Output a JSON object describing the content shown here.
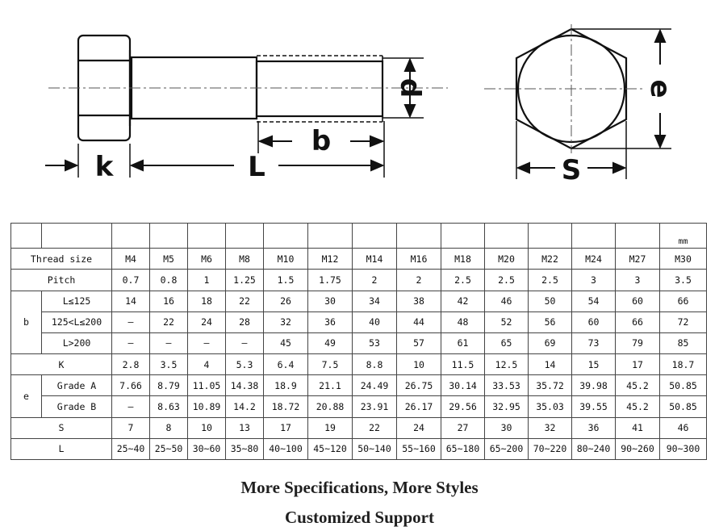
{
  "diagram": {
    "labels": {
      "k": "k",
      "L": "L",
      "b": "b",
      "d": "d",
      "e": "e",
      "S": "S"
    }
  },
  "table": {
    "unit": "mm",
    "sizes": [
      "M4",
      "M5",
      "M6",
      "M8",
      "M10",
      "M12",
      "M14",
      "M16",
      "M18",
      "M20",
      "M22",
      "M24",
      "M27",
      "M30"
    ],
    "rows": [
      {
        "group": "",
        "label": "Thread size",
        "values": [
          "M4",
          "M5",
          "M6",
          "M8",
          "M10",
          "M12",
          "M14",
          "M16",
          "M18",
          "M20",
          "M22",
          "M24",
          "M27",
          "M30"
        ]
      },
      {
        "group": "",
        "label": "Pitch",
        "values": [
          "0.7",
          "0.8",
          "1",
          "1.25",
          "1.5",
          "1.75",
          "2",
          "2",
          "2.5",
          "2.5",
          "2.5",
          "3",
          "3",
          "3.5"
        ]
      },
      {
        "group": "b",
        "label": "L≤125",
        "values": [
          "14",
          "16",
          "18",
          "22",
          "26",
          "30",
          "34",
          "38",
          "42",
          "46",
          "50",
          "54",
          "60",
          "66"
        ]
      },
      {
        "group": "b",
        "label": "125<L≤200",
        "values": [
          "–",
          "22",
          "24",
          "28",
          "32",
          "36",
          "40",
          "44",
          "48",
          "52",
          "56",
          "60",
          "66",
          "72"
        ]
      },
      {
        "group": "b",
        "label": "L>200",
        "values": [
          "–",
          "–",
          "–",
          "–",
          "45",
          "49",
          "53",
          "57",
          "61",
          "65",
          "69",
          "73",
          "79",
          "85"
        ]
      },
      {
        "group": "",
        "label": "K",
        "values": [
          "2.8",
          "3.5",
          "4",
          "5.3",
          "6.4",
          "7.5",
          "8.8",
          "10",
          "11.5",
          "12.5",
          "14",
          "15",
          "17",
          "18.7"
        ]
      },
      {
        "group": "e",
        "label": "Grade A",
        "values": [
          "7.66",
          "8.79",
          "11.05",
          "14.38",
          "18.9",
          "21.1",
          "24.49",
          "26.75",
          "30.14",
          "33.53",
          "35.72",
          "39.98",
          "45.2",
          "50.85"
        ]
      },
      {
        "group": "e",
        "label": "Grade B",
        "values": [
          "–",
          "8.63",
          "10.89",
          "14.2",
          "18.72",
          "20.88",
          "23.91",
          "26.17",
          "29.56",
          "32.95",
          "35.03",
          "39.55",
          "45.2",
          "50.85"
        ]
      },
      {
        "group": "",
        "label": "S",
        "values": [
          "7",
          "8",
          "10",
          "13",
          "17",
          "19",
          "22",
          "24",
          "27",
          "30",
          "32",
          "36",
          "41",
          "46"
        ]
      },
      {
        "group": "",
        "label": "L",
        "values": [
          "25~40",
          "25~50",
          "30~60",
          "35~80",
          "40~100",
          "45~120",
          "50~140",
          "55~160",
          "65~180",
          "65~200",
          "70~220",
          "80~240",
          "90~260",
          "90~300"
        ]
      }
    ]
  },
  "footer": {
    "line1": "More Specifications, More Styles",
    "line2": "Customized Support"
  }
}
